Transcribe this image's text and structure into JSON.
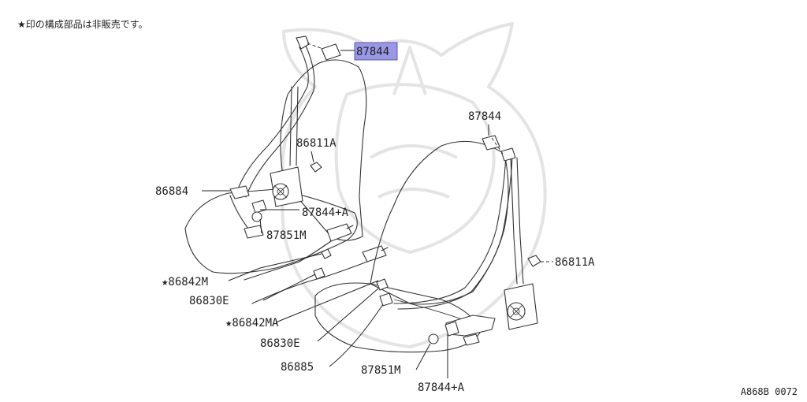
{
  "note": "★印の構成部品は非販売です。",
  "diagram_code": "A868B 0072",
  "labels": {
    "l87844_top": "87844",
    "l87844_right": "87844",
    "l86811A_left": "86811A",
    "l86884": "86884",
    "l87844A_left": "87844+A",
    "l87851M_left": "87851M",
    "l86842M": "★86842M",
    "l86830E_left": "86830E",
    "l86842MA": "★86842MA",
    "l86830E_right": "86830E",
    "l86885": "86885",
    "l87851M_right": "87851M",
    "l87844A_right": "87844+A",
    "l86811A_right": "86811A"
  },
  "colors": {
    "highlight": "#9a98e6",
    "line": "#333333",
    "watermark": "#e4e4e4"
  }
}
